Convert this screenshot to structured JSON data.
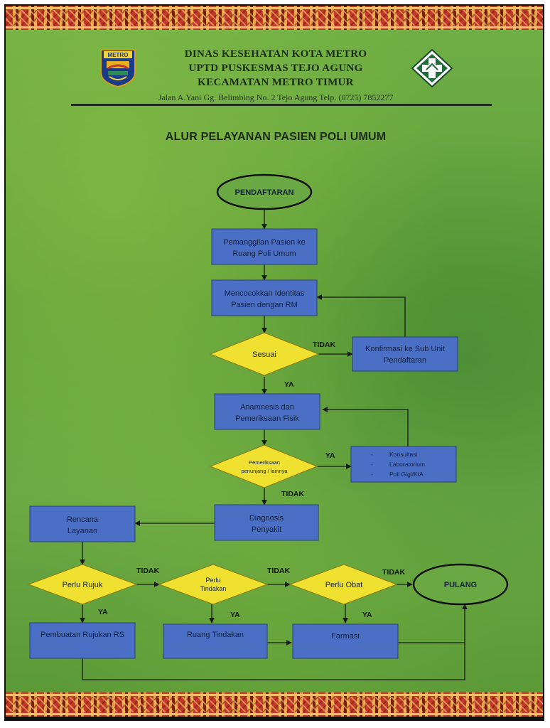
{
  "header": {
    "line1": "DINAS KESEHATAN KOTA METRO",
    "line2": "UPTD PUSKESMAS TEJO AGUNG",
    "line3": "KECAMATAN METRO TIMUR",
    "address": "Jalan A.Yani Gg. Belimbing No. 2 Tejo Agung Telp. (0725) 7852277",
    "logo_left_text": "METRO"
  },
  "title": "ALUR PELAYANAN PASIEN POLI UMUM",
  "colors": {
    "box_fill": "#4a6fc4",
    "diamond_fill": "#f0e030",
    "terminal_fill": "#6aa844",
    "line": "#1a1a1a"
  },
  "nodes": {
    "pendaftaran": "PENDAFTARAN",
    "pemanggilan": [
      "Pemanggilan Pasien ke",
      "Ruang Poli Umum"
    ],
    "mencocokkan": [
      "Mencocokkan Identitas",
      "Pasien dengan RM"
    ],
    "sesuai": "Sesuai",
    "konfirmasi": [
      "Konfirmasi ke Sub Unit",
      "Pendaftaran"
    ],
    "anamnesis": [
      "Anamnesis dan",
      "Pemeriksaan Fisik"
    ],
    "penunjang": [
      "Pemeriksaan",
      "penunjang / lainnya"
    ],
    "layanan_list": [
      "Konsultasi",
      "Laboratorium",
      "Poli Gigi/KIA"
    ],
    "diagnosis": [
      "Diagnosis",
      "Penyakit"
    ],
    "rencana": [
      "Rencana",
      "Layanan"
    ],
    "perlu_rujuk": "Perlu Rujuk",
    "perlu_tindakan": [
      "Perlu",
      "Tindakan"
    ],
    "perlu_obat": "Perlu Obat",
    "pulang": "PULANG",
    "rujukan": "Pembuatan Rujukan RS",
    "ruang_tindakan": "Ruang Tindakan",
    "farmasi": "Farmasi"
  },
  "labels": {
    "tidak": "TIDAK",
    "ya": "YA"
  }
}
